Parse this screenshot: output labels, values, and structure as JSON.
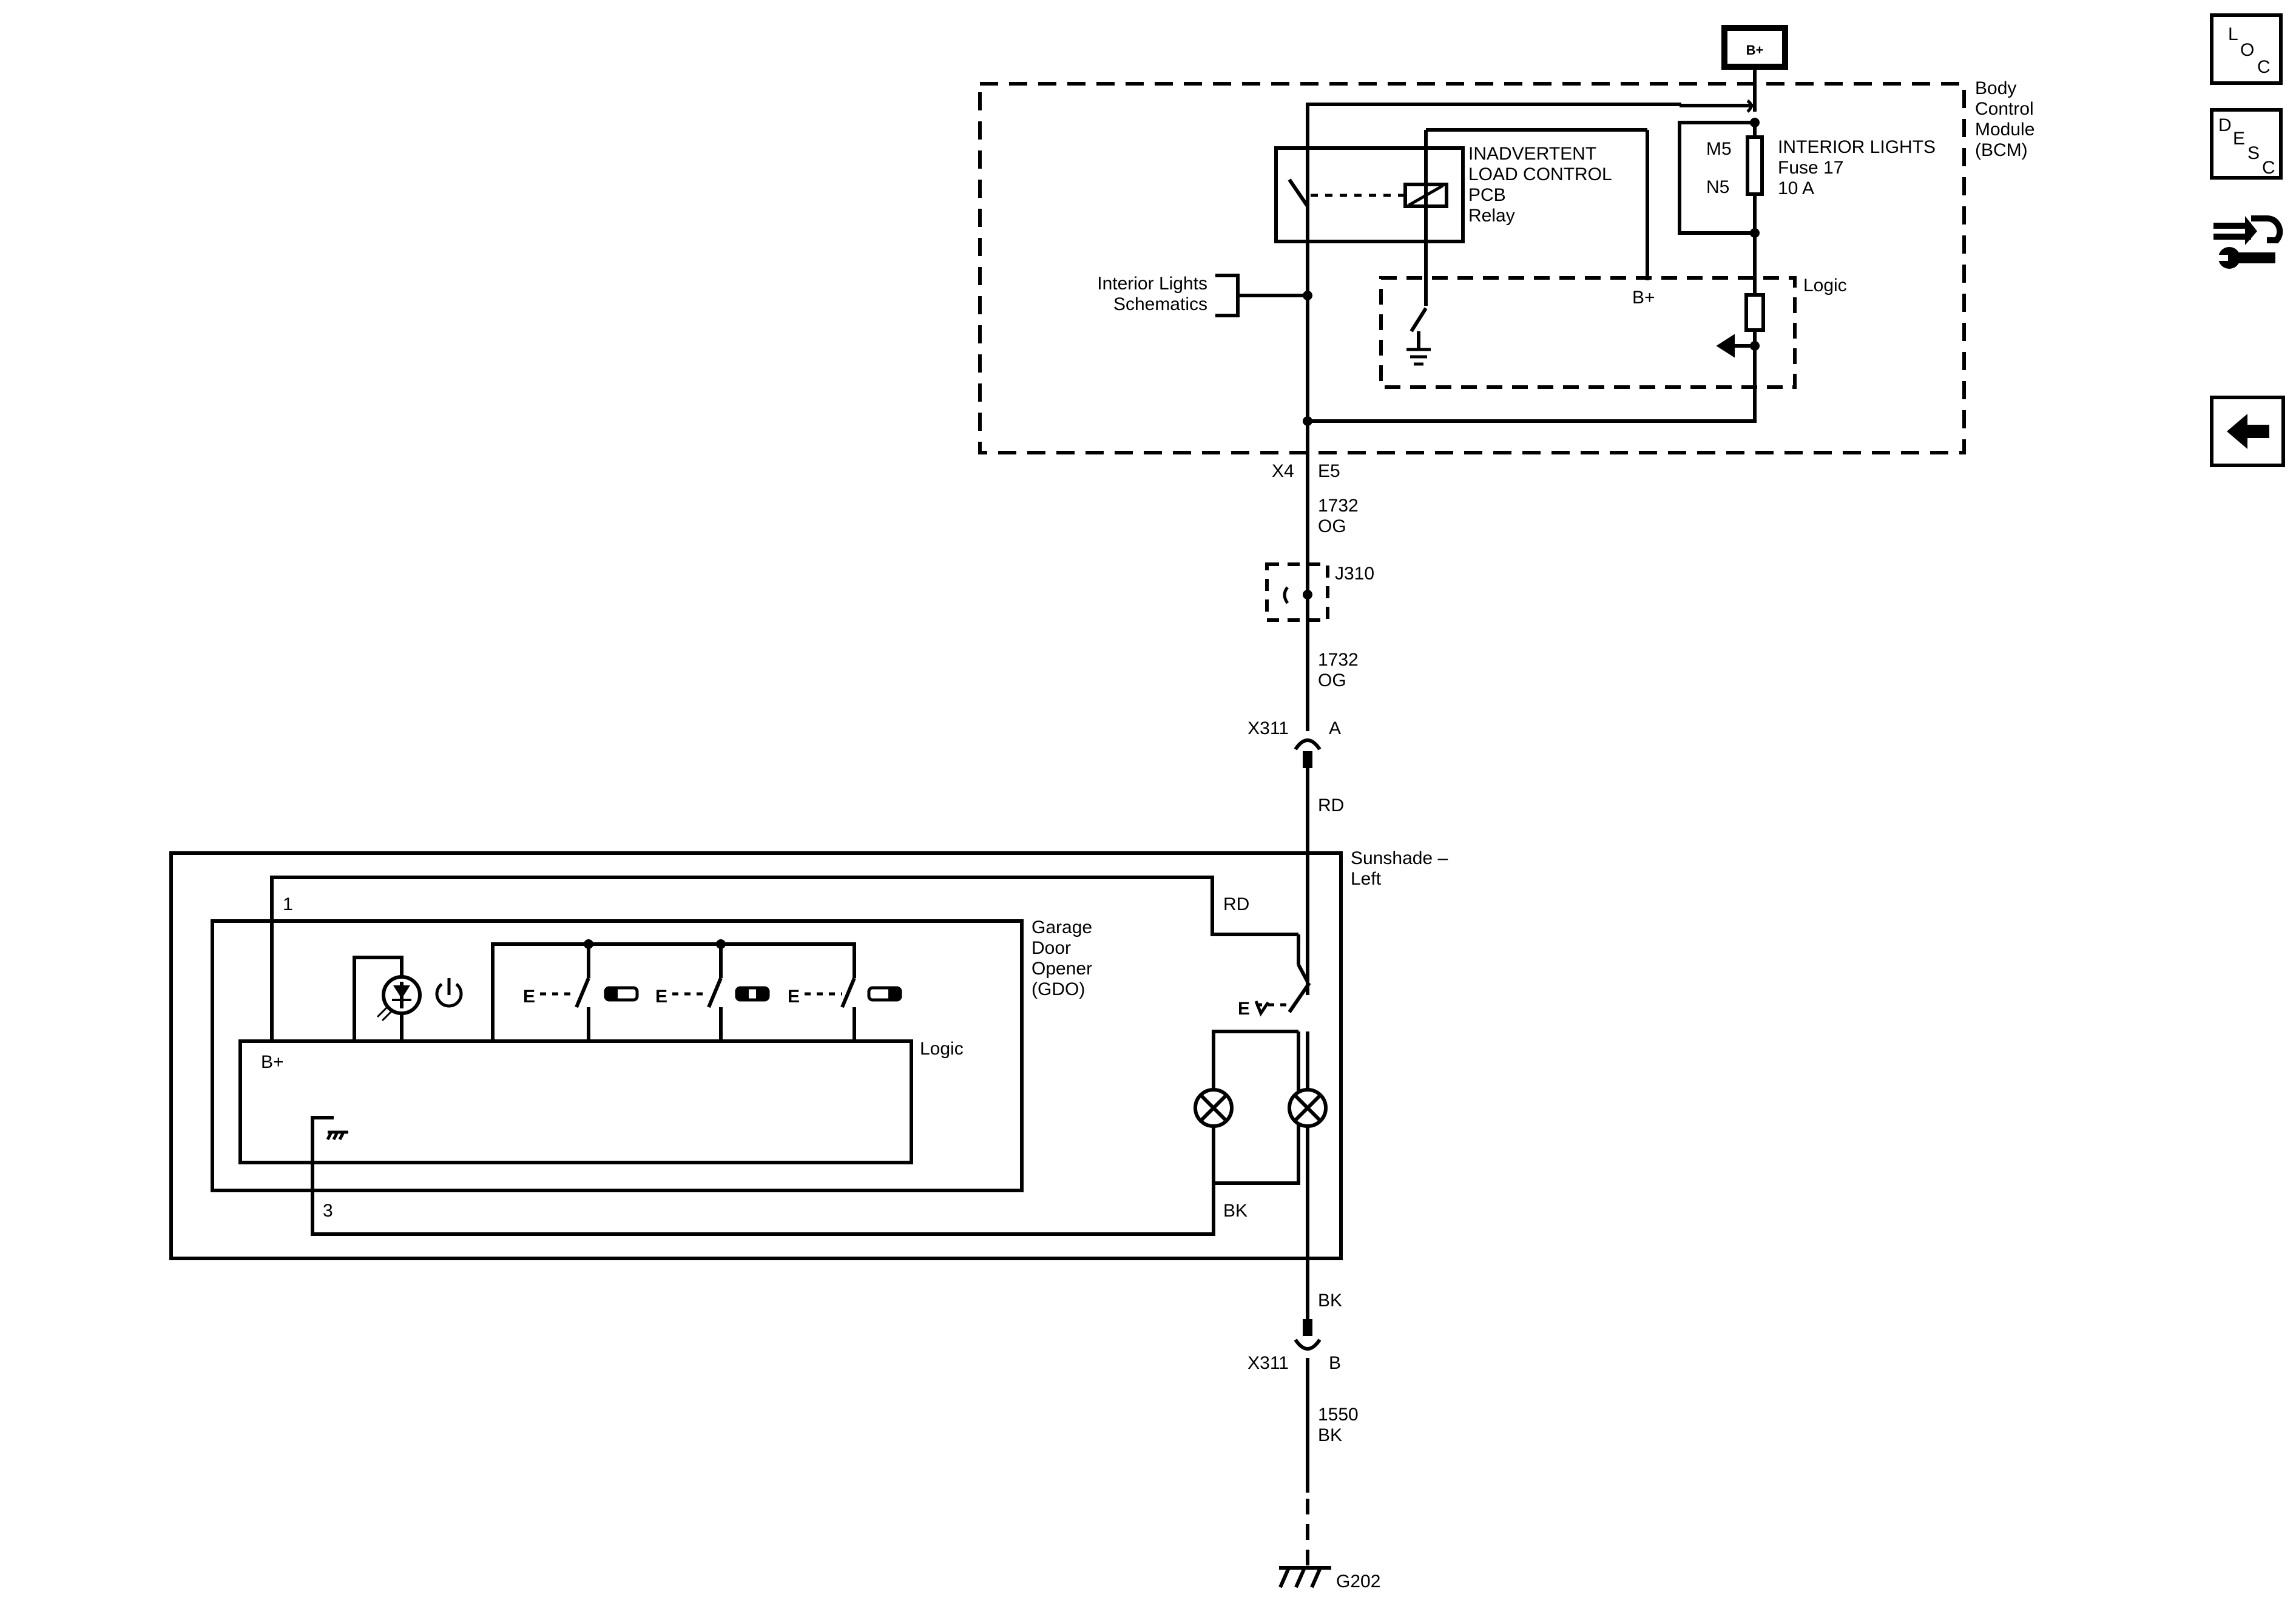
{
  "power": {
    "label": "B+"
  },
  "bcm": {
    "name_lines": [
      "Body",
      "Control",
      "Module",
      "(BCM)"
    ],
    "relay_lines": [
      "INADVERTENT",
      "LOAD CONTROL",
      "PCB",
      "Relay"
    ],
    "fuse_lines": [
      "INTERIOR LIGHTS",
      "Fuse 17",
      "10 A"
    ],
    "fuse_in": "M5",
    "fuse_out": "N5",
    "logic_label": "Logic",
    "logic_bplus": "B+",
    "ref_lines": [
      "Interior Lights",
      "Schematics"
    ]
  },
  "connector_x4": {
    "name": "X4",
    "pin": "E5"
  },
  "wire_1": {
    "circuit": "1732",
    "color": "OG"
  },
  "splice": {
    "name": "J310"
  },
  "wire_2": {
    "circuit": "1732",
    "color": "OG"
  },
  "connector_a": {
    "name": "X311",
    "pin": "A"
  },
  "wire_rd": "RD",
  "sunshade": {
    "name_lines": [
      "Sunshade –",
      "Left"
    ],
    "pin_1": "1",
    "pin_3": "3",
    "wire_rd": "RD",
    "wire_bk": "BK",
    "gdo_lines": [
      "Garage",
      "Door",
      "Opener",
      "(GDO)"
    ],
    "logic_label": "Logic",
    "logic_bplus": "B+"
  },
  "wire_bk": "BK",
  "connector_b": {
    "name": "X311",
    "pin": "B"
  },
  "wire_3": {
    "circuit": "1550",
    "color": "BK"
  },
  "ground": {
    "name": "G202"
  },
  "sidebar": {
    "loc": [
      "L",
      "O",
      "C"
    ],
    "desc": [
      "D",
      "E",
      "S",
      "C"
    ]
  }
}
